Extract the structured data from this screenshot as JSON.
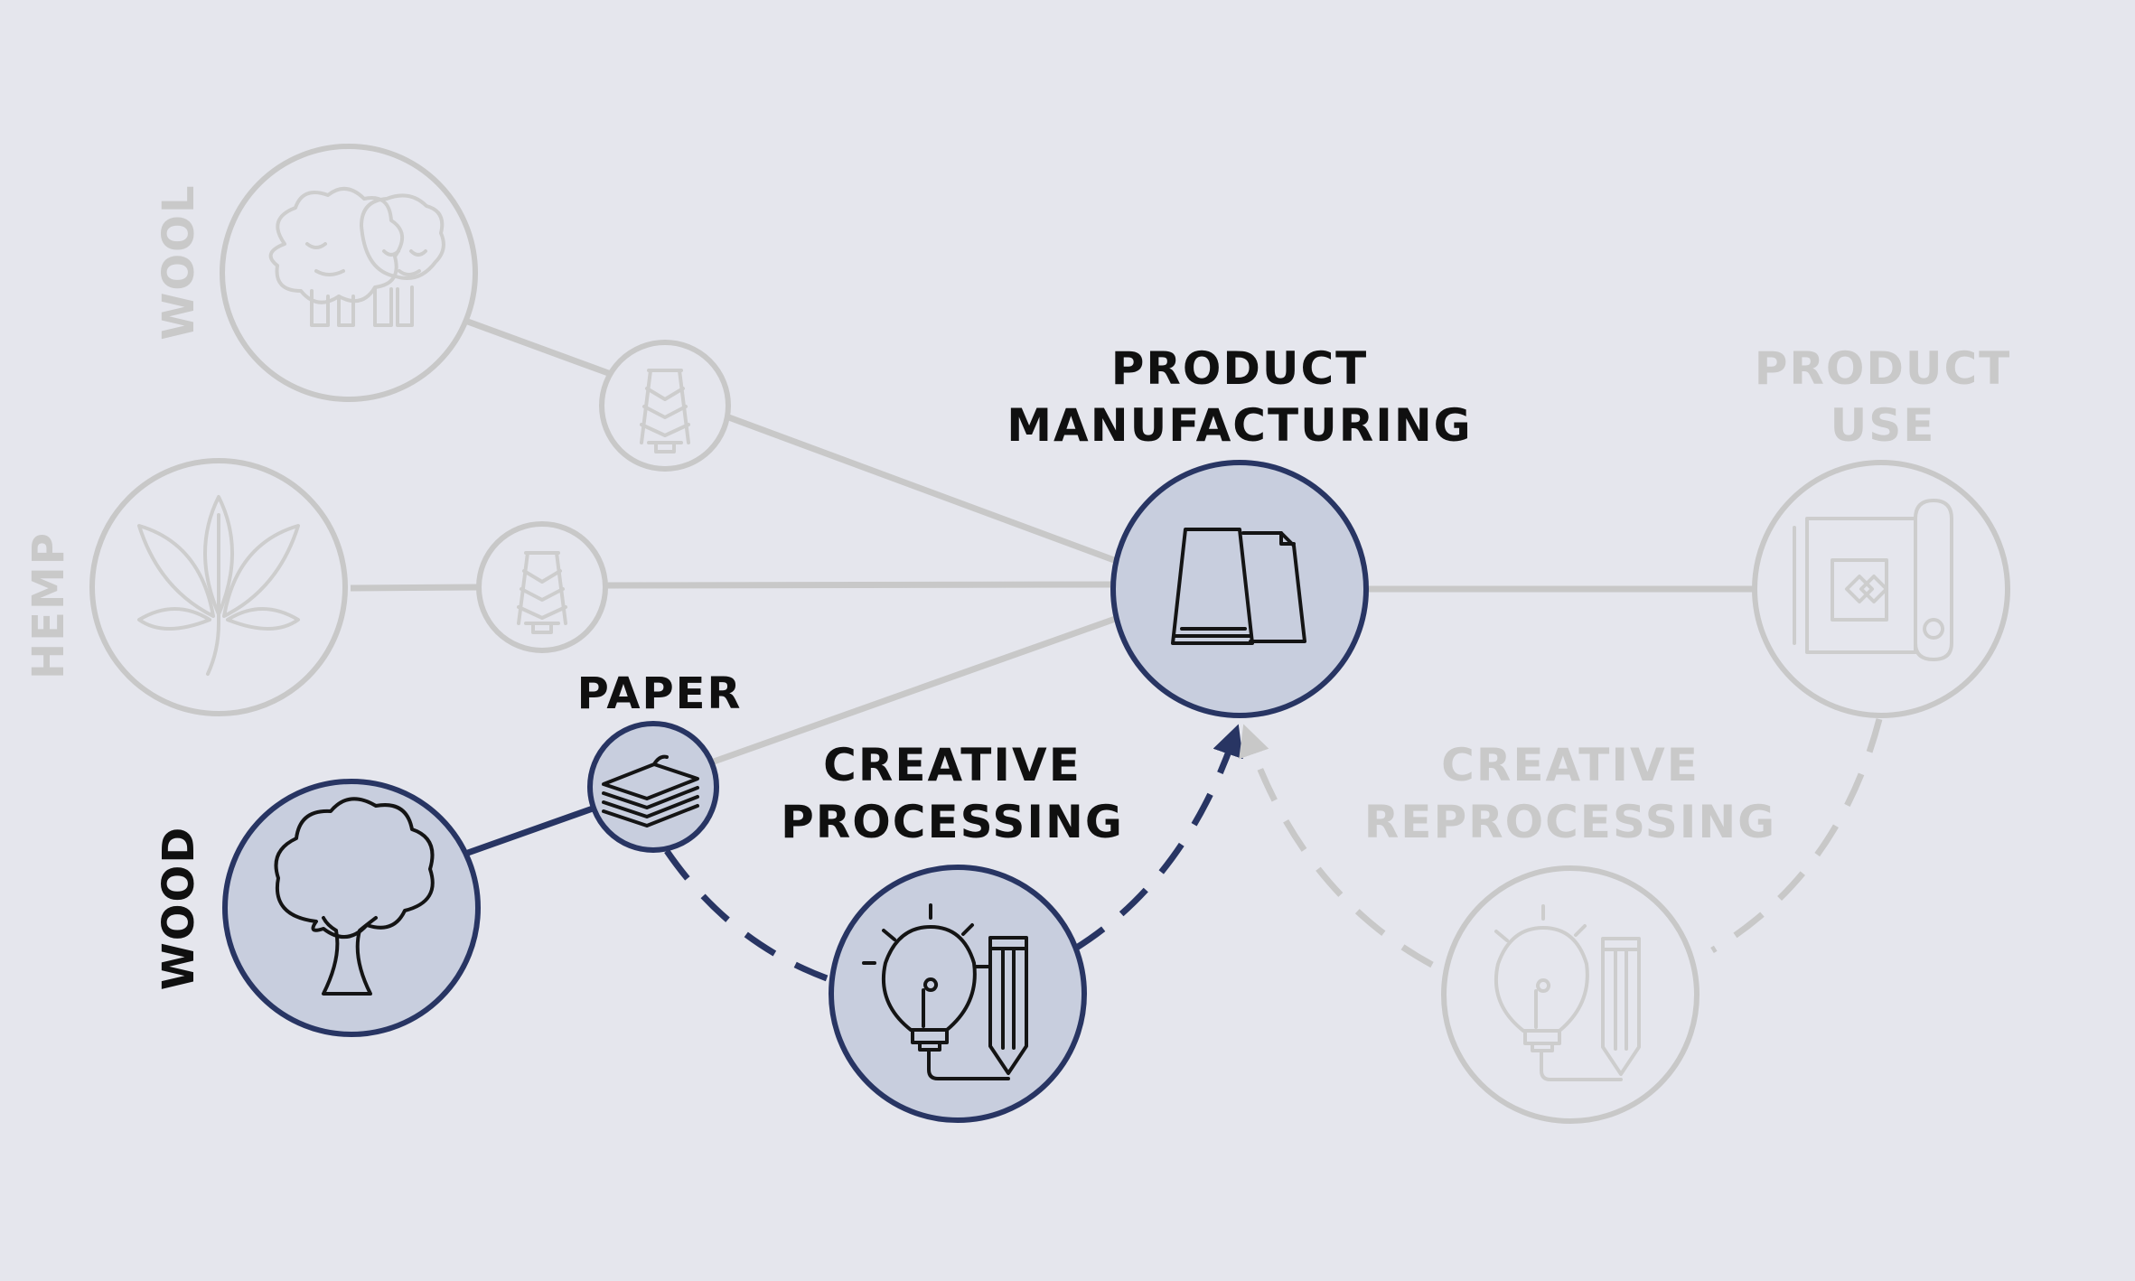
{
  "nodes": {
    "wool": {
      "label": "WOOL",
      "state": "inactive",
      "icon": "sheep-icon"
    },
    "hemp": {
      "label": "HEMP",
      "state": "inactive",
      "icon": "hemp-leaf-icon"
    },
    "wood": {
      "label": "WOOD",
      "state": "active",
      "icon": "tree-icon"
    },
    "paper": {
      "label": "PAPER",
      "state": "active",
      "icon": "paper-stack-icon"
    },
    "wool_yarn": {
      "state": "inactive",
      "icon": "yarn-spool-icon"
    },
    "hemp_yarn": {
      "state": "inactive",
      "icon": "yarn-spool-icon"
    },
    "product_manufacturing": {
      "label_line1": "PRODUCT",
      "label_line2": "MANUFACTURING",
      "state": "active",
      "icon": "fabric-roll-icon"
    },
    "creative_processing": {
      "label_line1": "CREATIVE",
      "label_line2": "PROCESSING",
      "state": "active",
      "icon": "lightbulb-pencil-icon"
    },
    "product_use": {
      "label_line1": "PRODUCT",
      "label_line2": "USE",
      "state": "inactive",
      "icon": "rolled-map-icon"
    },
    "creative_reprocessing": {
      "label_line1": "CREATIVE",
      "label_line2": "REPROCESSING",
      "state": "inactive",
      "icon": "lightbulb-pencil-icon"
    }
  },
  "colors": {
    "background": "#e5e6ed",
    "active_stroke": "#283563",
    "active_fill": "#c8cede",
    "inactive_stroke": "#c8c8c8",
    "active_text": "#101010",
    "inactive_text": "#c9c9c9"
  }
}
